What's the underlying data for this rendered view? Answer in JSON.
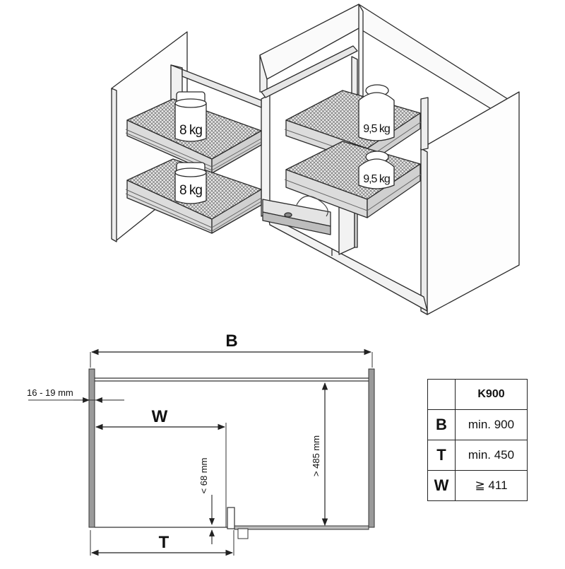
{
  "illustration": {
    "weight_left_top": "8 kg",
    "weight_left_bottom": "8 kg",
    "weight_right_top": "9,5 kg",
    "weight_right_bottom": "9,5 kg"
  },
  "dimensions": {
    "b_label": "B",
    "w_label": "W",
    "t_label": "T",
    "panel_thickness": "16 - 19 mm",
    "depth": "> 485 mm",
    "gap": "< 68 mm"
  },
  "spec_table": {
    "model": "K900",
    "rows": [
      {
        "key": "B",
        "value": "min. 900"
      },
      {
        "key": "T",
        "value": "min. 450"
      },
      {
        "key": "W",
        "value": "≧ 411"
      }
    ]
  },
  "colors": {
    "line": "#2b2b2b",
    "panel_gray": "#9a9a9a",
    "basket_dark": "#555555"
  }
}
